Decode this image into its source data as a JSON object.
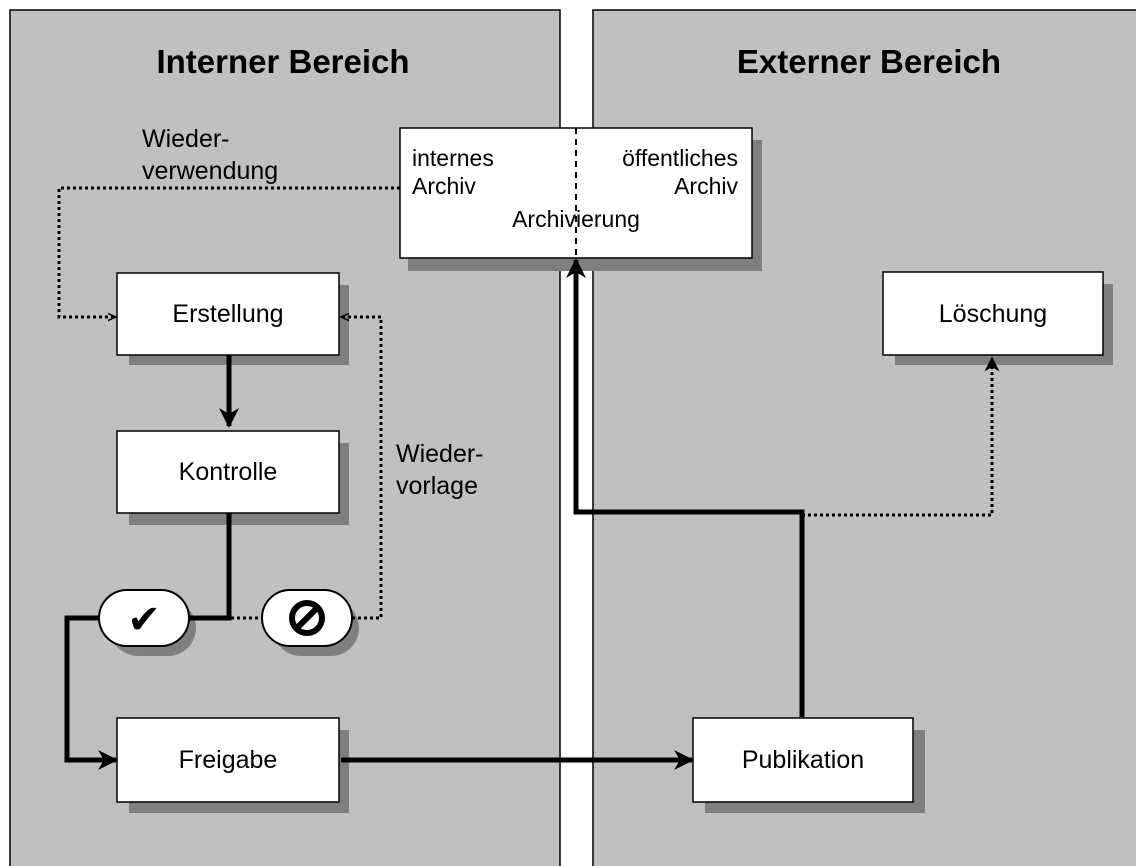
{
  "areas": {
    "internal_title": "Interner Bereich",
    "external_title": "Externer Bereich"
  },
  "archive": {
    "internal_line1": "internes",
    "internal_line2": "Archiv",
    "public_line1": "öffentliches",
    "public_line2": "Archiv",
    "label": "Archivierung"
  },
  "steps": {
    "creation": "Erstellung",
    "control": "Kontrolle",
    "release": "Freigabe",
    "publication": "Publikation",
    "deletion": "Löschung"
  },
  "flows": {
    "reuse_line1": "Wieder-",
    "reuse_line2": "verwendung",
    "resubmit_line1": "Wieder-",
    "resubmit_line2": "vorlage"
  },
  "decisions": {
    "approve_symbol": "✔",
    "reject_icon": "prohibited-icon"
  },
  "colors": {
    "area_fill": "#c0c0c0",
    "box_fill": "#ffffff",
    "shadow": "#7f7f7f",
    "line": "#000000"
  }
}
